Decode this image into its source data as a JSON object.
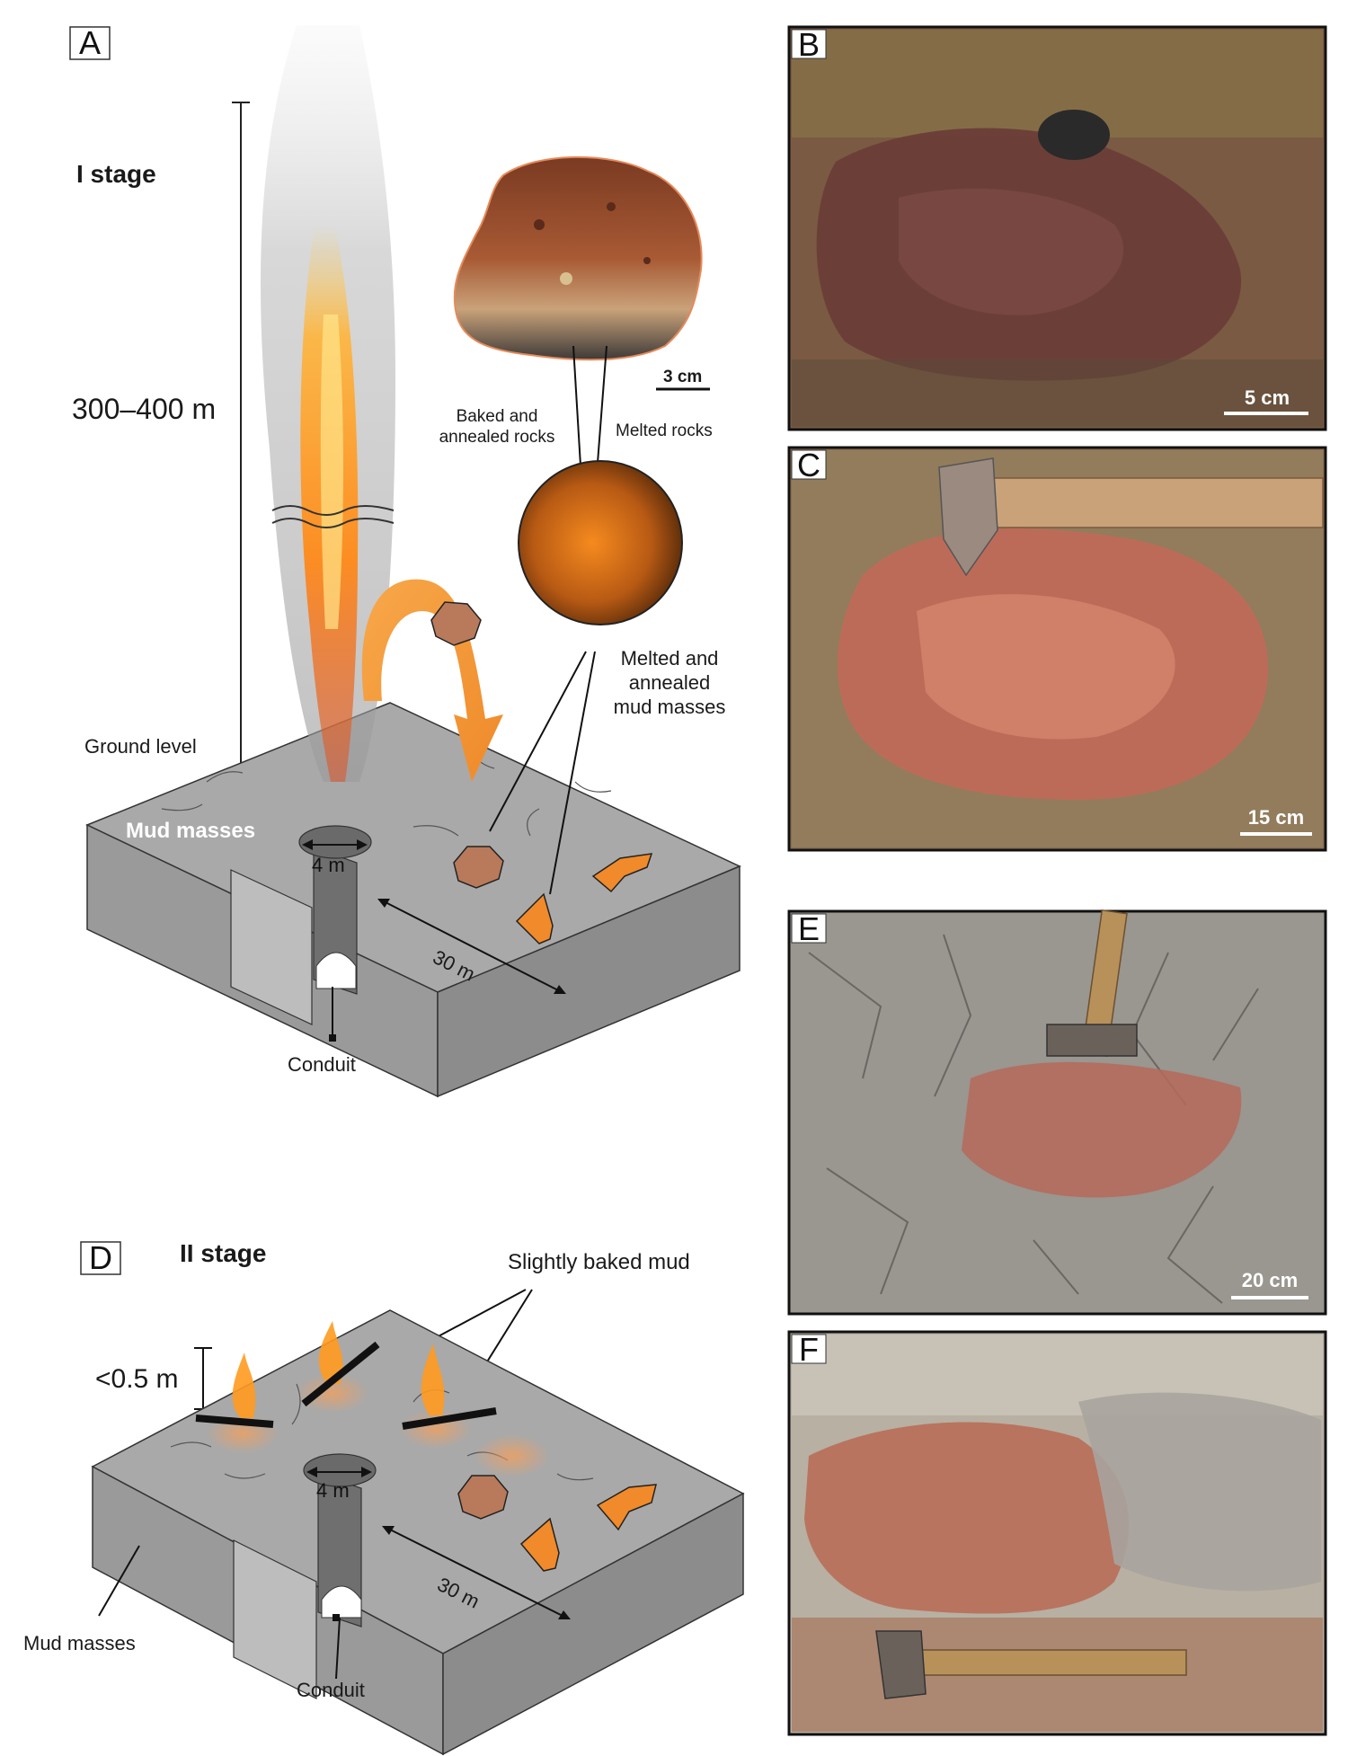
{
  "panels": {
    "a": "A",
    "b": "B",
    "c": "C",
    "d": "D",
    "e": "E",
    "f": "F"
  },
  "stage1": {
    "title": "I stage",
    "height": "300–400 m",
    "ground_level": "Ground level",
    "mud_masses": "Mud masses",
    "diameter": "4 m",
    "distance": "30 m",
    "conduit": "Conduit",
    "sample_scale": "3 cm",
    "baked_line1": "Baked and",
    "baked_line2": "annealed rocks",
    "melted_rocks": "Melted rocks",
    "melted_mud_line1": "Melted and",
    "melted_mud_line2": "annealed",
    "melted_mud_line3": "mud masses"
  },
  "stage2": {
    "title": "II stage",
    "slightly_baked": "Slightly baked mud",
    "flame_height": "<0.5 m",
    "diameter": "4 m",
    "distance": "30 m",
    "mud_masses": "Mud masses",
    "conduit": "Conduit"
  },
  "photo_scales": {
    "b": "5 cm",
    "c": "15 cm",
    "e": "20 cm"
  },
  "colors": {
    "block_top": "#a9a9a9",
    "block_front": "#9a9a9a",
    "block_side": "#8c8c8c",
    "orange": "#f39c34",
    "flame": "#ff9a1f"
  }
}
